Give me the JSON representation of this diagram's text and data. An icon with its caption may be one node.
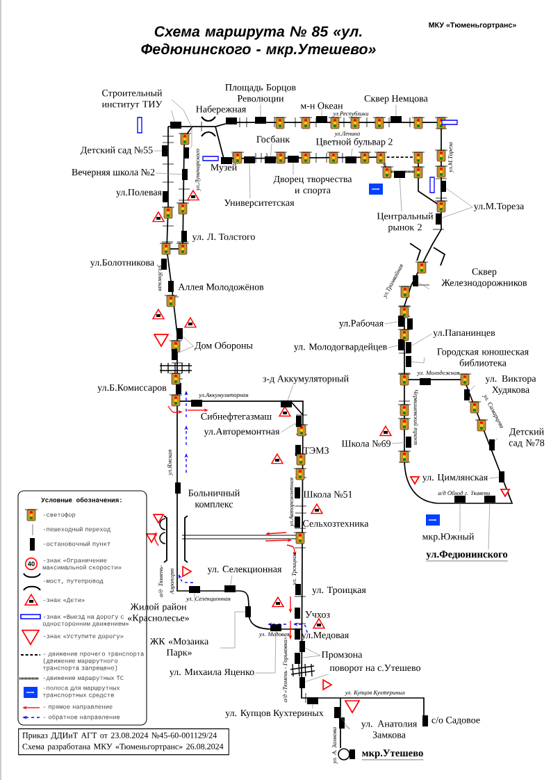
{
  "diagram": {
    "title": "Схема маршрута № 85 «ул. Федюнинского - мкр.Утешево»",
    "nodes": [
      {
        "text": [
          "Строительный институт ТИУ"
        ]
      },
      {
        "text": [
          "Площадь Борцов Революции"
        ]
      },
      {
        "text": [
          "м-н Океан"
        ]
      },
      {
        "text": [
          "Сквер Немцова"
        ]
      },
      {
        "text": [
          "Госбанк"
        ]
      },
      {
        "text": [
          "Цветной бульвар 2"
        ]
      },
      {
        "text": [
          "Детский сад №55"
        ]
      },
      {
        "text": [
          "Вечерняя школа №2"
        ]
      },
      {
        "text": [
          "Дворец творчества и спорта"
        ]
      },
      {
        "text": [
          "Университетская"
        ]
      },
      {
        "text": [
          "Центральный рынок 2"
        ]
      },
      {
        "text": [
          "ул.М.Тореза"
        ]
      },
      {
        "text": [
          "Сквер Железнодорожников"
        ]
      },
      {
        "text": [
          "ул.Рабочая"
        ]
      },
      {
        "text": [
          "ул.Папанинцев"
        ]
      },
      {
        "text": [
          "Дом Обороны"
        ]
      },
      {
        "text": [
          "ул. Молодогвардейцев"
        ]
      },
      {
        "text": [
          "Городская юношеская библиотека"
        ]
      },
      {
        "text": [
          "з-д Аккумуляторный"
        ]
      },
      {
        "text": [
          "ул. Виктора Худякова"
        ]
      },
      {
        "text": [
          "ул.Авторемонтная"
        ]
      },
      {
        "text": [
          "Детский сад №78"
        ]
      },
      {
        "text": [
          "Школа №69"
        ]
      },
      {
        "text": [
          "ул. Цимлянская"
        ]
      },
      {
        "text": [
          "мкр.Южный"
        ]
      },
      {
        "text": [
          "ул.Федюнинского"
        ]
      },
      {
        "text": [
          "ул. Селекционная"
        ]
      },
      {
        "text": [
          "Жилой район «Краснолесье»"
        ]
      },
      {
        "text": [
          "ЖК «Мозаика Парк»"
        ]
      },
      {
        "text": [
          "ул. Михаила Яценко"
        ]
      },
      {
        "text": [
          "Промзона"
        ]
      },
      {
        "text": [
          "поворот на с.Утешево"
        ]
      },
      {
        "text": [
          "ул. Купцов Кухтериных"
        ]
      },
      {
        "text": [
          "ул. Анатолия Замкова"
        ]
      },
      {
        "text": [
          "Приказ ДДИиТ АГТ от 23.08.2024 №45-60-001129/24",
          "Схема разработана МКУ «Тюменьгортранс» 26.08.2024"
        ]
      },
      {
        "text": [],
        "shape": "box"
      },
      {
        "text": [],
        "shape": "box"
      },
      {
        "text": [],
        "shape": "box"
      },
      {
        "text": [],
        "shape": "box"
      },
      {
        "text": [],
        "shape": "box"
      },
      {
        "text": [],
        "shape": "box"
      },
      {
        "text": [],
        "shape": "box"
      },
      {
        "text": [],
        "shape": "box"
      },
      {
        "text": [],
        "shape": "box"
      },
      {
        "text": [],
        "shape": "box"
      },
      {
        "text": [],
        "shape": "box"
      },
      {
        "text": [],
        "shape": "box"
      },
      {
        "text": [],
        "shape": "box"
      },
      {
        "text": [],
        "shape": "box"
      },
      {
        "text": [],
        "shape": "box"
      },
      {
        "text": [],
        "shape": "box"
      },
      {
        "text": [],
        "shape": "box"
      },
      {
        "text": [],
        "shape": "box"
      },
      {
        "text": [],
        "shape": "box"
      },
      {
        "text": [],
        "shape": "box"
      },
      {
        "text": [],
        "shape": "box"
      },
      {
        "text": [],
        "shape": "box"
      },
      {
        "text": [],
        "shape": "box"
      },
      {
        "text": [],
        "shape": "box"
      },
      {
        "text": [],
        "shape": "box"
      },
      {
        "text": [],
        "shape": "box"
      },
      {
        "text": [],
        "shape": "box"
      },
      {
        "text": [],
        "shape": "box"
      },
      {
        "text": [],
        "shape": "box"
      },
      {
        "text": [],
        "shape": "box"
      },
      {
        "text": [],
        "shape": "box"
      },
      {
        "text": [],
        "shape": "box"
      },
      {
        "text": [],
        "shape": "box"
      },
      {
        "text": [],
        "shape": "box"
      },
      {
        "text": [],
        "shape": "box"
      },
      {
        "text": [],
        "shape": "box"
      },
      {
        "text": [],
        "shape": "box"
      },
      {
        "text": [],
        "shape": "box"
      },
      {
        "text": [],
        "shape": "box"
      }
    ],
    "edges": [
      {
        "from": 0,
        "to": 35,
        "arrow": "none"
      },
      {
        "from": 0,
        "to": 36,
        "arrow": "none"
      },
      {
        "from": 1,
        "to": 37,
        "arrow": "none"
      },
      {
        "from": 2,
        "to": 38,
        "arrow": "none"
      },
      {
        "from": 3,
        "to": 39,
        "arrow": "none"
      },
      {
        "from": 4,
        "to": 40,
        "arrow": "none"
      },
      {
        "from": 5,
        "to": 41,
        "arrow": "none"
      },
      {
        "from": 6,
        "to": 42,
        "arrow": "none"
      },
      {
        "from": 7,
        "to": 43,
        "arrow": "none"
      },
      {
        "from": 8,
        "to": 44,
        "arrow": "none"
      },
      {
        "from": 9,
        "to": 45,
        "arrow": "none"
      },
      {
        "from": 10,
        "to": 46,
        "arrow": "none"
      },
      {
        "from": 11,
        "to": 47,
        "arrow": "none"
      },
      {
        "from": 11,
        "to": 48,
        "arrow": "none"
      },
      {
        "from": 12,
        "to": 49,
        "arrow": "none"
      },
      {
        "from": 13,
        "to": 50,
        "arrow": "none"
      },
      {
        "from": 14,
        "to": 51,
        "arrow": "none"
      },
      {
        "from": 15,
        "to": 52,
        "arrow": "none"
      },
      {
        "from": 15,
        "to": 53,
        "arrow": "none"
      },
      {
        "from": 16,
        "to": 54,
        "arrow": "none"
      },
      {
        "from": 17,
        "to": 55,
        "arrow": "none"
      },
      {
        "from": 18,
        "to": 56,
        "arrow": "none"
      },
      {
        "from": 19,
        "to": 57,
        "arrow": "none"
      },
      {
        "from": 20,
        "to": 58,
        "arrow": "none"
      },
      {
        "from": 21,
        "to": 59,
        "arrow": "none"
      },
      {
        "from": 22,
        "to": 60,
        "arrow": "none"
      },
      {
        "from": 23,
        "to": 61,
        "arrow": "none"
      },
      {
        "from": 24,
        "to": 62,
        "arrow": "none"
      },
      {
        "from": 25,
        "to": 63,
        "arrow": "none"
      },
      {
        "from": 26,
        "to": 64,
        "arrow": "none"
      },
      {
        "from": 27,
        "to": 65,
        "arrow": "none"
      },
      {
        "from": 28,
        "to": 66,
        "arrow": "none"
      },
      {
        "from": 29,
        "to": 67,
        "arrow": "none"
      },
      {
        "from": 30,
        "to": 68,
        "arrow": "none"
      },
      {
        "from": 30,
        "to": 69,
        "arrow": "none"
      },
      {
        "from": 31,
        "to": 70,
        "arrow": "none"
      },
      {
        "from": 32,
        "to": 71,
        "arrow": "none"
      },
      {
        "from": 33,
        "to": 72,
        "arrow": "none"
      },
      {
        "from": 33,
        "to": 73,
        "arrow": "none"
      }
    ],
    "labels": [
      "МКУ «Тюменьгортранс»",
      "Набережная",
      "ул.Республики",
      "ул.Ленина",
      "Музей",
      "ул.Луначарского",
      "ул.М.Тореза",
      "ул.Полевая",
      "ул. Л. Толстого",
      "ул.Болотникова",
      "ул.Ямская",
      "ул.Трамвайная",
      "Аллея Молодожёнов",
      "ул.Б.Комиссаров",
      "ул.Аккумуляторная",
      "ул. Молодежная",
      "Сибнефтегазмаш",
      "Червишевский тракт",
      "ул. Самарцева",
      "ТЭМЗ",
      "ул.Ямская",
      "а/д Обход г. Тюмени",
      "Больничный комплекс",
      "Школа №51",
      "ул.Авторемонтная",
      "Сельхозтехника",
      "а/д Тюмень-Аэропорт",
      "ул. Троицкая",
      "ул. Троицкая",
      "ул. Селекционная",
      "Учхоз",
      "ул. Медовая",
      "ул.Медовая",
      "а/д «Тюмень - Горьковка»",
      "ул. Купцов Кухтериных",
      "с/о Садовое",
      "ул. А. Замкова",
      "мкр.Утешево",
      "Условные обозначения:",
      "40"
    ],
    "legend": [
      {
        "text": "-светофор"
      },
      {
        "text": "-пешеходный переход"
      },
      {
        "text": "-остановочный пункт"
      },
      {
        "text": "-знак «Ограничение максимальной скорости»"
      },
      {
        "text": "-мост, путепровод"
      },
      {
        "text": "-знак «Дети»"
      },
      {
        "text": "-знак «Выезд на дорогу с односторонним движением»"
      },
      {
        "text": "-знак «Уступите дорогу»"
      },
      {
        "text": "- движение прочего транспорта (движение маршрутного транспорта запрещено)"
      },
      {
        "text": "-движение маршрутных ТС"
      },
      {
        "text": "-полоса для маршрутных транспортных средств"
      },
      {
        "text": "- прямое направление"
      },
      {
        "text": "- обратное направление"
      }
    ]
  }
}
